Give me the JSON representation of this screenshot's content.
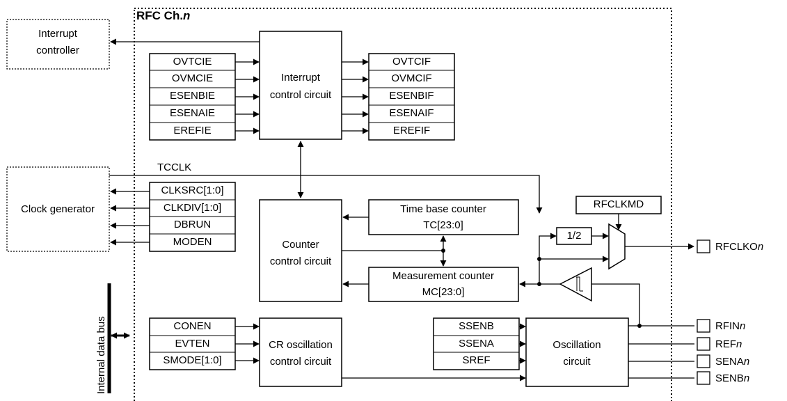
{
  "block": {
    "title": "RFC Ch.",
    "title_suffix": "n"
  },
  "external": {
    "interrupt_controller": [
      "Interrupt",
      "controller"
    ],
    "clock_generator": "Clock generator",
    "internal_data_bus": "Internal data bus"
  },
  "interrupt_enable_regs": [
    "OVTCIE",
    "OVMCIE",
    "ESENBIE",
    "ESENAIE",
    "EREFIE"
  ],
  "interrupt_flag_regs": [
    "OVTCIF",
    "OVMCIF",
    "ESENBIF",
    "ESENAIF",
    "EREFIF"
  ],
  "interrupt_circuit": [
    "Interrupt",
    "control circuit"
  ],
  "tcclk": "TCCLK",
  "clock_regs": [
    "CLKSRC[1:0]",
    "CLKDIV[1:0]",
    "DBRUN",
    "MODEN"
  ],
  "counter_control": [
    "Counter",
    "control circuit"
  ],
  "time_base_counter": [
    "Time base counter",
    "TC[23:0]"
  ],
  "measurement_counter": [
    "Measurement counter",
    "MC[23:0]"
  ],
  "rfclkmd": "RFCLKMD",
  "divider": "1/2",
  "cr_regs": [
    "CONEN",
    "EVTEN",
    "SMODE[1:0]"
  ],
  "cr_oscillation": [
    "CR oscillation",
    "control circuit"
  ],
  "sense_regs": [
    "SSENB",
    "SSENA",
    "SREF"
  ],
  "oscillation_circuit": [
    "Oscillation",
    "circuit"
  ],
  "pins": [
    {
      "name": "RFCLKO",
      "suffix": "n"
    },
    {
      "name": "RFIN",
      "suffix": "n"
    },
    {
      "name": "REF",
      "suffix": "n"
    },
    {
      "name": "SENA",
      "suffix": "n"
    },
    {
      "name": "SENB",
      "suffix": "n"
    }
  ]
}
